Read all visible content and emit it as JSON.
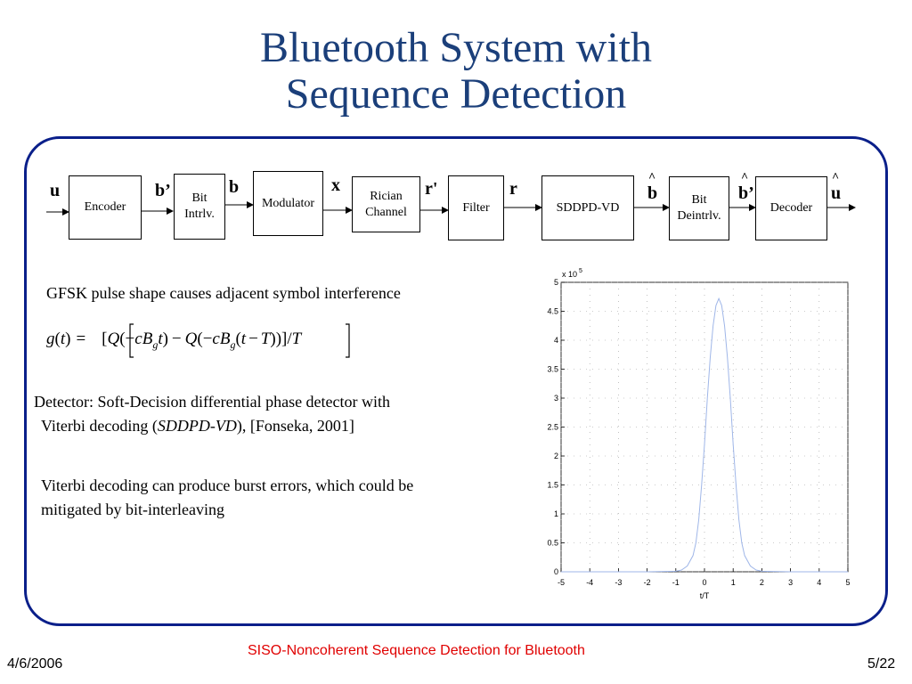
{
  "title_line1": "Bluetooth System with",
  "title_line2": "Sequence Detection",
  "diagram": {
    "blocks": {
      "encoder": "Encoder",
      "bit_interleaver_line1": "Bit",
      "bit_interleaver_line2": "Intrlv.",
      "modulator": "Modulator",
      "rician_line1": "Rician",
      "rician_line2": "Channel",
      "filter": "Filter",
      "sddpd": "SDDPD-VD",
      "bit_deinterleaver_line1": "Bit",
      "bit_deinterleaver_line2": "Deintrlv.",
      "decoder": "Decoder"
    },
    "signals": {
      "u": "u",
      "b_prime": "b’",
      "b": "b",
      "x": "x",
      "r_prime": "r'",
      "r": "r",
      "b_hat": "b",
      "b_hat_prime": "b’",
      "u_hat": "u",
      "hat": "^"
    }
  },
  "text": {
    "gfsk": "GFSK pulse shape causes adjacent symbol interference",
    "detector_line1": "Detector: Soft-Decision differential phase detector with",
    "detector_line2_pre": "Viterbi decoding (",
    "detector_line2_italic": "SDDPD-VD",
    "detector_line2_post": "), [Fonseka, 2001]",
    "viterbi_line1": "Viterbi decoding can produce burst errors, which could be",
    "viterbi_line2": "mitigated by bit-interleaving"
  },
  "formula": {
    "g": "g",
    "t": "t",
    "eq": "=",
    "Q": "Q",
    "c": "c",
    "B": "B",
    "sub_g": "g",
    "T": "T",
    "minus": "−",
    "slash": "/",
    "open_paren": "(",
    "close_paren": ")",
    "open_bracket": "[",
    "close_bracket": "]"
  },
  "chart_data": {
    "type": "line",
    "xlabel": "t/T",
    "ylabel": "",
    "xlim": [
      -5,
      5
    ],
    "ylim": [
      0,
      5
    ],
    "y_multiplier_text": "x 10",
    "y_multiplier_exp": "5",
    "xticks": [
      "-5",
      "-4",
      "-3",
      "-2",
      "-1",
      "0",
      "1",
      "2",
      "3",
      "4",
      "5"
    ],
    "yticks": [
      "0",
      "0.5",
      "1",
      "1.5",
      "2",
      "2.5",
      "3",
      "3.5",
      "4",
      "4.5",
      "5"
    ],
    "series_color": "#9fb6e8",
    "x": [
      -5,
      -4,
      -3,
      -2,
      -1,
      -0.8,
      -0.6,
      -0.4,
      -0.3,
      -0.2,
      -0.1,
      0,
      0.1,
      0.2,
      0.3,
      0.4,
      0.5,
      0.6,
      0.7,
      0.8,
      0.9,
      1,
      1.1,
      1.2,
      1.3,
      1.4,
      1.6,
      1.8,
      2,
      3,
      4,
      5
    ],
    "values": [
      0,
      0,
      0,
      0,
      0.01,
      0.03,
      0.1,
      0.28,
      0.5,
      0.9,
      1.5,
      2.2,
      3.0,
      3.7,
      4.25,
      4.6,
      4.72,
      4.6,
      4.25,
      3.7,
      3.0,
      2.2,
      1.5,
      0.9,
      0.5,
      0.28,
      0.1,
      0.03,
      0.01,
      0,
      0,
      0
    ]
  },
  "footer": {
    "date": "4/6/2006",
    "center": "SISO-Noncoherent Sequence  Detection for Bluetooth",
    "page": "5/22"
  },
  "colors": {
    "title": "#1b3f7a",
    "border": "#0a1f8a",
    "footer_center": "#e00000"
  }
}
